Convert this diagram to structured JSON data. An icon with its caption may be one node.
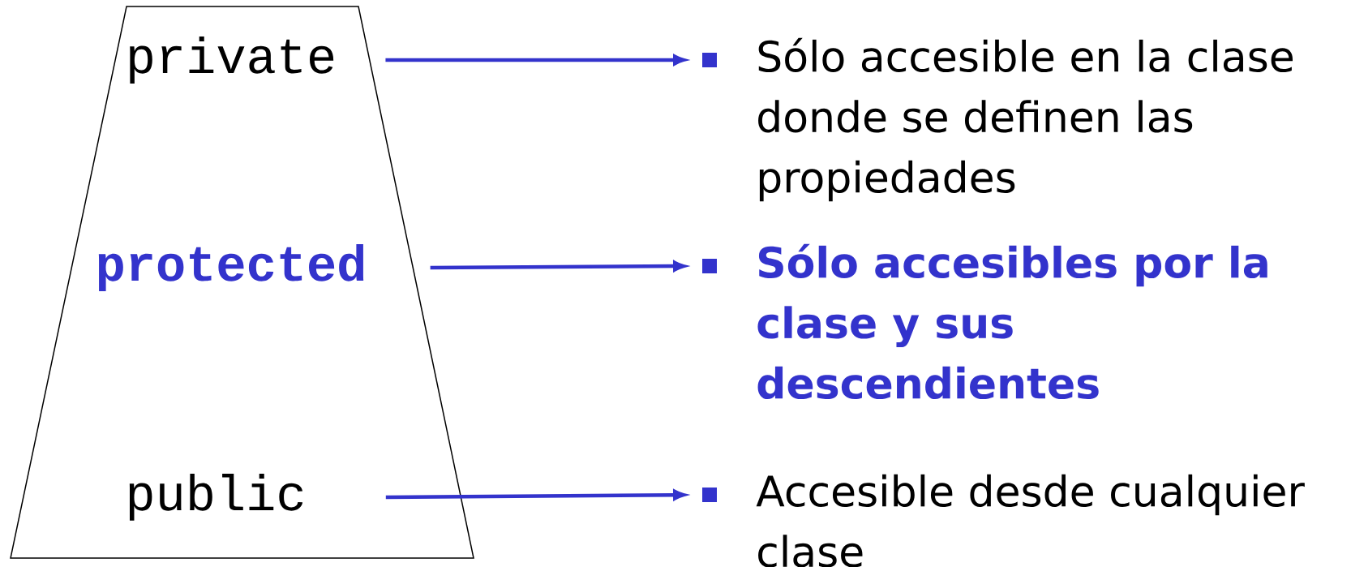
{
  "diagram": {
    "nodes": [
      {
        "text": [],
        "shape": "trapezoid"
      },
      {
        "text": [
          "private"
        ],
        "in": 0
      },
      {
        "text": [
          "protected"
        ],
        "in": 0
      },
      {
        "text": [
          "public"
        ],
        "in": 0
      },
      {
        "text": [
          "Sólo accesible en la clase donde se definen las propiedades"
        ]
      },
      {
        "text": [
          "Sólo accesibles por la clase y sus descendientes"
        ]
      },
      {
        "text": [
          "Accesible desde cualquier clase"
        ]
      }
    ],
    "edges": [
      {
        "from": 1,
        "to": 4,
        "arrow": "to"
      },
      {
        "from": 2,
        "to": 5,
        "arrow": "to"
      },
      {
        "from": 3,
        "to": 6,
        "arrow": "to"
      }
    ]
  }
}
